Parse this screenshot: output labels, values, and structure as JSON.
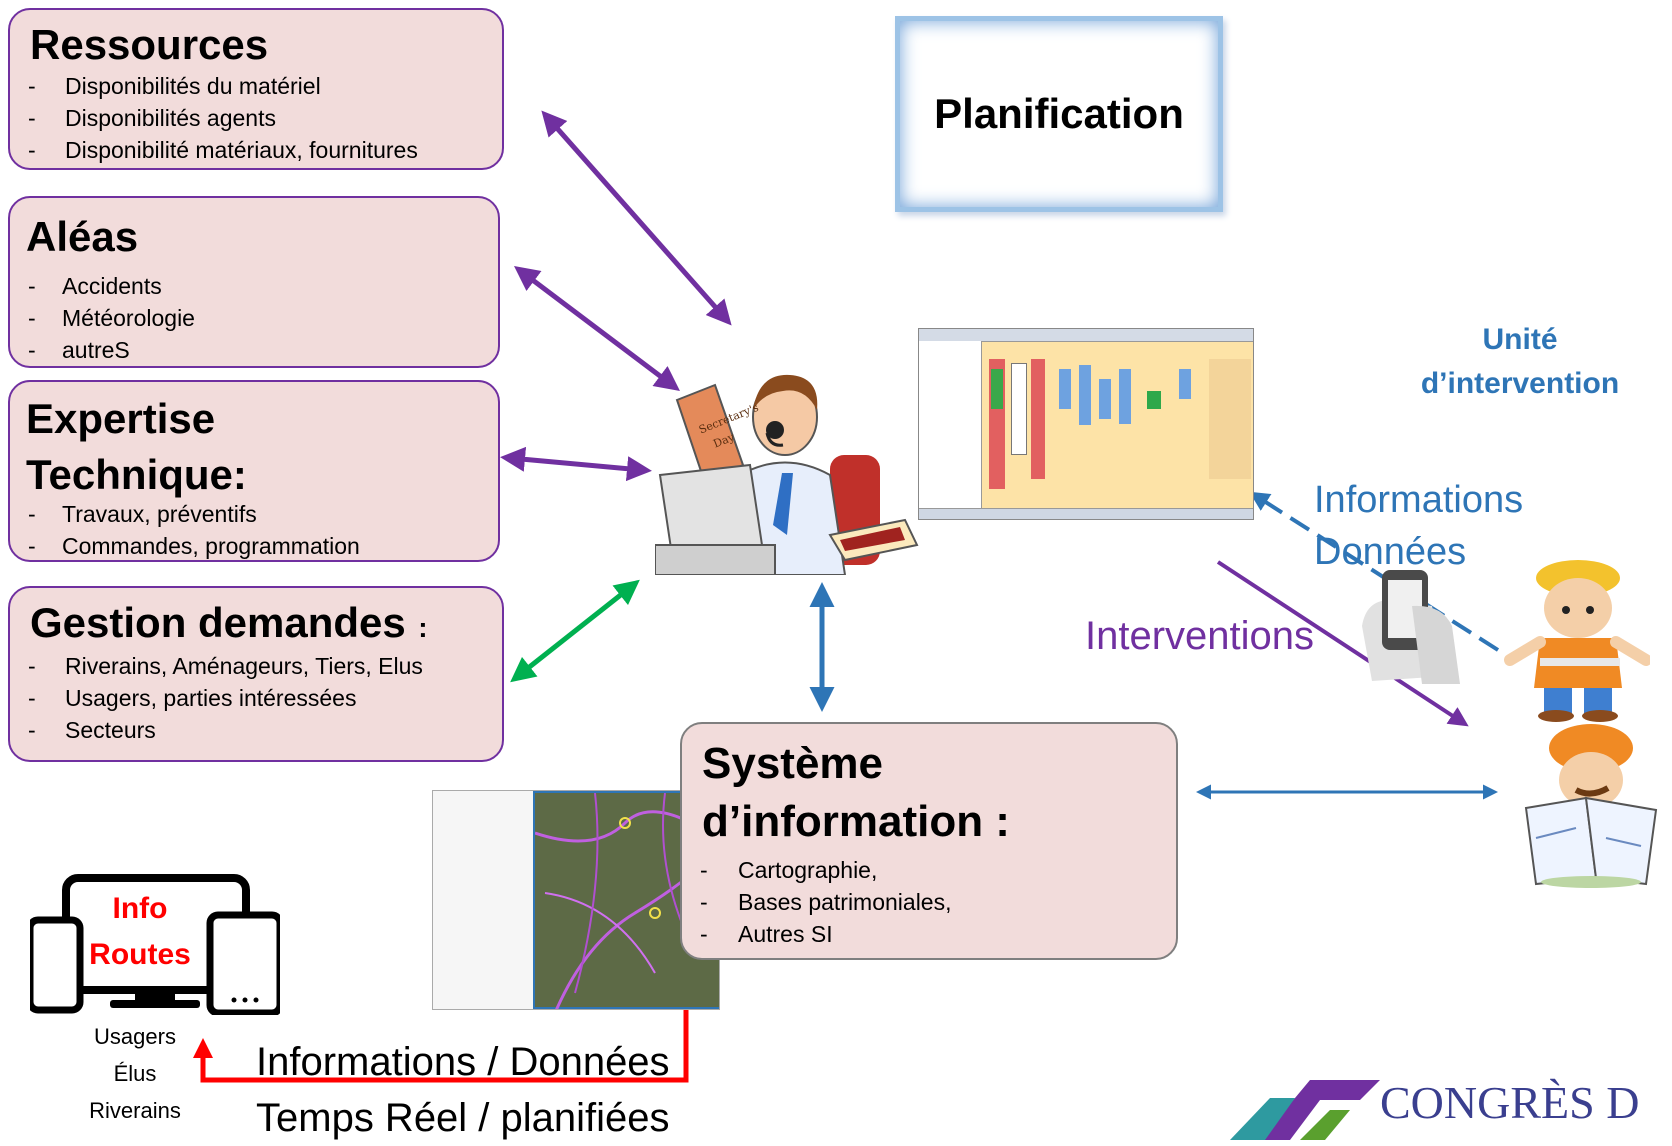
{
  "ressources": {
    "title": "Ressources",
    "items": [
      "Disponibilités du matériel",
      "Disponibilités agents",
      "Disponibilité matériaux, fournitures"
    ]
  },
  "aleas": {
    "title": "Aléas",
    "items": [
      "Accidents",
      "Météorologie",
      "autreS"
    ]
  },
  "expertise": {
    "title_line1": "Expertise",
    "title_line2": "Technique:",
    "items": [
      "Travaux, préventifs",
      "Commandes, programmation"
    ],
    "overflow_text": "…"
  },
  "gestion": {
    "title": "Gestion demandes",
    "colon": ":",
    "items": [
      "Riverains, Aménageurs, Tiers, Elus",
      "Usagers, parties intéressées",
      "Secteurs"
    ]
  },
  "planification": {
    "label": "Planification"
  },
  "unite": {
    "line1": "Unité",
    "line2": "d’intervention"
  },
  "infos_donnees": {
    "line1": "Informations",
    "line2": "Données"
  },
  "interventions": {
    "label": "Interventions"
  },
  "systeme": {
    "title_line1": "Système",
    "title_line2": "d’information :",
    "items": [
      "Cartographie,",
      "Bases patrimoniales,",
      "Autres SI"
    ]
  },
  "info_routes": {
    "line1": "Info",
    "line2": "Routes"
  },
  "audience": [
    "Usagers",
    "Élus",
    "Riverains"
  ],
  "bottom_caption": {
    "line1": "Informations / Données",
    "line2": "Temps Réel / planifiées"
  },
  "congres": {
    "text": "CONGRÈS D"
  },
  "colors": {
    "purple": "#7030a0",
    "blue": "#2e75b6",
    "green": "#00b050",
    "red": "#ff0000",
    "box_fill": "#f2dcdb"
  }
}
